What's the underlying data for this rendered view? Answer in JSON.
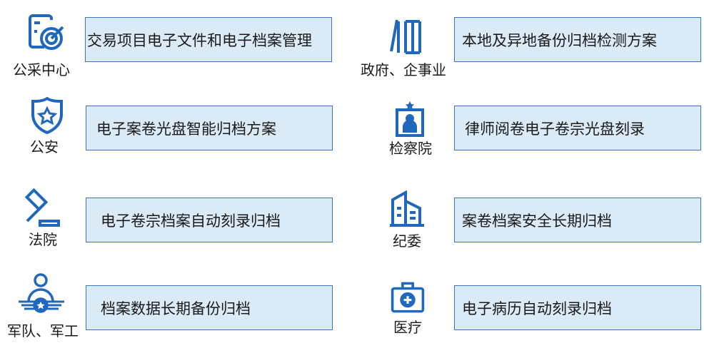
{
  "colors": {
    "icon": "#2068bd",
    "box_fill": "#dbeaf7",
    "box_border": "#3d77bb"
  },
  "items": [
    {
      "label": "公采中心",
      "icon": "document-target-icon",
      "text": "交易项目电子文件和电子档案管理"
    },
    {
      "label": "公安",
      "icon": "police-shield-star-icon",
      "text": "电子案卷光盘智能归档方案"
    },
    {
      "label": "法院",
      "icon": "gavel-icon",
      "text": "电子卷宗档案自动刻录归档"
    },
    {
      "label": "军队、军工",
      "icon": "military-badge-icon",
      "text": "档案数据长期备份归档"
    },
    {
      "label": "政府、企事业",
      "icon": "books-icon",
      "text": "本地及异地备份归档检测方案"
    },
    {
      "label": "检察院",
      "icon": "procuratorate-building-icon",
      "text": "律师阅卷电子卷宗光盘刻录"
    },
    {
      "label": "纪委",
      "icon": "office-building-icon",
      "text": "案卷档案安全长期归档"
    },
    {
      "label": "医疗",
      "icon": "medical-kit-icon",
      "text": "电子病历自动刻录归档"
    }
  ]
}
